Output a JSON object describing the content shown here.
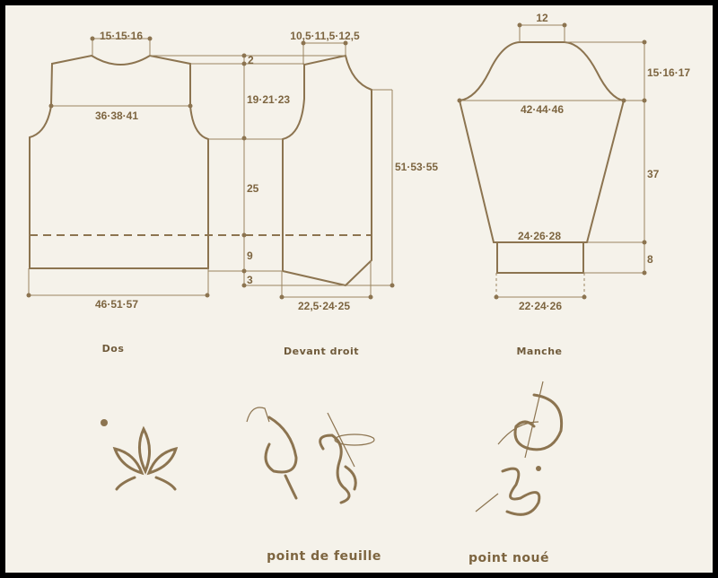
{
  "pieces": {
    "back": {
      "label": "Dos",
      "neck_width": "15·15·16",
      "shoulder_width": "36·38·41",
      "bottom_width": "46·51·57"
    },
    "front": {
      "label": "Devant droit",
      "shoulder_width": "10,5·11,5·12,5",
      "shoulder_slope": "2",
      "armhole_height": "19·21·23",
      "body_height": "25",
      "band_height": "9",
      "point_height": "3",
      "total_height": "51·53·55",
      "bottom_width": "22,5·24·25"
    },
    "sleeve": {
      "label": "Manche",
      "top_width": "12",
      "cap_height": "15·16·17",
      "upper_width": "42·44·46",
      "length": "37",
      "wrist_width": "24·26·28",
      "cuff_height": "8",
      "cuff_width": "22·24·26"
    }
  },
  "stitches": [
    {
      "label": "point de feuille"
    },
    {
      "label": "point noué"
    }
  ],
  "colors": {
    "line": "#8c7450",
    "paper": "#f5f2ea"
  }
}
